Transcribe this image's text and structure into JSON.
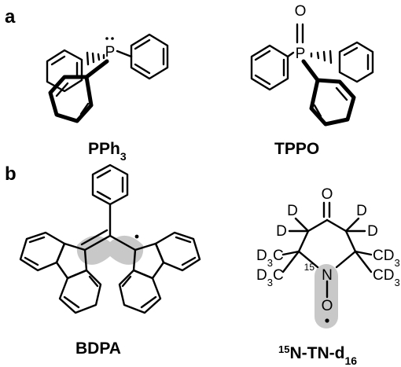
{
  "panels": {
    "a": "a",
    "b": "b"
  },
  "captions": {
    "pph3_main": "PPh",
    "pph3_sub": "3",
    "tppo": "TPPO",
    "bdpa": "BDPA",
    "tempo_sup": "15",
    "tempo_main": "N-TN-d",
    "tempo_sub": "16"
  },
  "atoms": {
    "p1": "P",
    "p2": "P",
    "o_top": "O",
    "tempo_o_top": "O",
    "d_left_top": "D",
    "d_left": "D",
    "d_right_top": "D",
    "d_right": "D",
    "cd3_tl_main": "D",
    "cd3_tl_sub": "3",
    "cd3_tl_c": "C",
    "cd3_bl_main": "D",
    "cd3_bl_sub": "3",
    "cd3_bl_c": "C",
    "cd3_tr_main": "CD",
    "cd3_tr_sub": "3",
    "cd3_br_main": "CD",
    "cd3_br_sub": "3",
    "n_sup": "15",
    "n": "N",
    "o_nitroxide": "O"
  },
  "colors": {
    "highlight": "#c8c8c8",
    "ink": "#000000"
  }
}
